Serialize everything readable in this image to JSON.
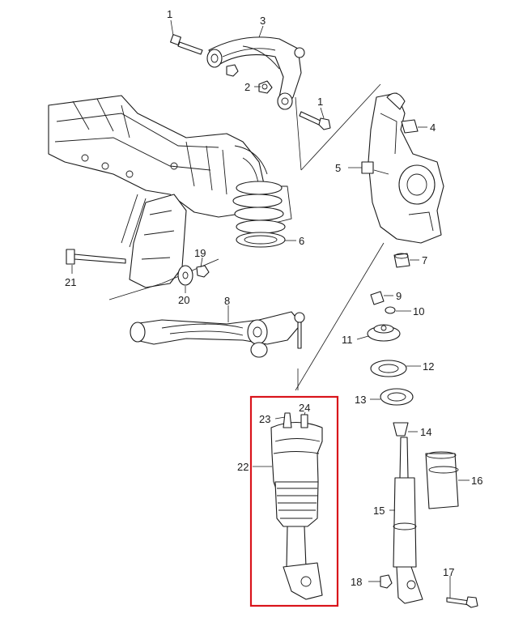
{
  "callouts": [
    {
      "id": "c1a",
      "label": "1"
    },
    {
      "id": "c1b",
      "label": "1"
    },
    {
      "id": "c2",
      "label": "2"
    },
    {
      "id": "c3",
      "label": "3"
    },
    {
      "id": "c4",
      "label": "4"
    },
    {
      "id": "c5",
      "label": "5"
    },
    {
      "id": "c6",
      "label": "6"
    },
    {
      "id": "c7",
      "label": "7"
    },
    {
      "id": "c8",
      "label": "8"
    },
    {
      "id": "c9",
      "label": "9"
    },
    {
      "id": "c10",
      "label": "10"
    },
    {
      "id": "c11",
      "label": "11"
    },
    {
      "id": "c12",
      "label": "12"
    },
    {
      "id": "c13",
      "label": "13"
    },
    {
      "id": "c14",
      "label": "14"
    },
    {
      "id": "c15",
      "label": "15"
    },
    {
      "id": "c16",
      "label": "16"
    },
    {
      "id": "c17",
      "label": "17"
    },
    {
      "id": "c18",
      "label": "18"
    },
    {
      "id": "c19",
      "label": "19"
    },
    {
      "id": "c20",
      "label": "20"
    },
    {
      "id": "c21",
      "label": "21"
    },
    {
      "id": "c22",
      "label": "22"
    },
    {
      "id": "c23",
      "label": "23"
    },
    {
      "id": "c24",
      "label": "24"
    }
  ],
  "highlight_color": "#d9141b",
  "line_color": "#1a1a1a"
}
